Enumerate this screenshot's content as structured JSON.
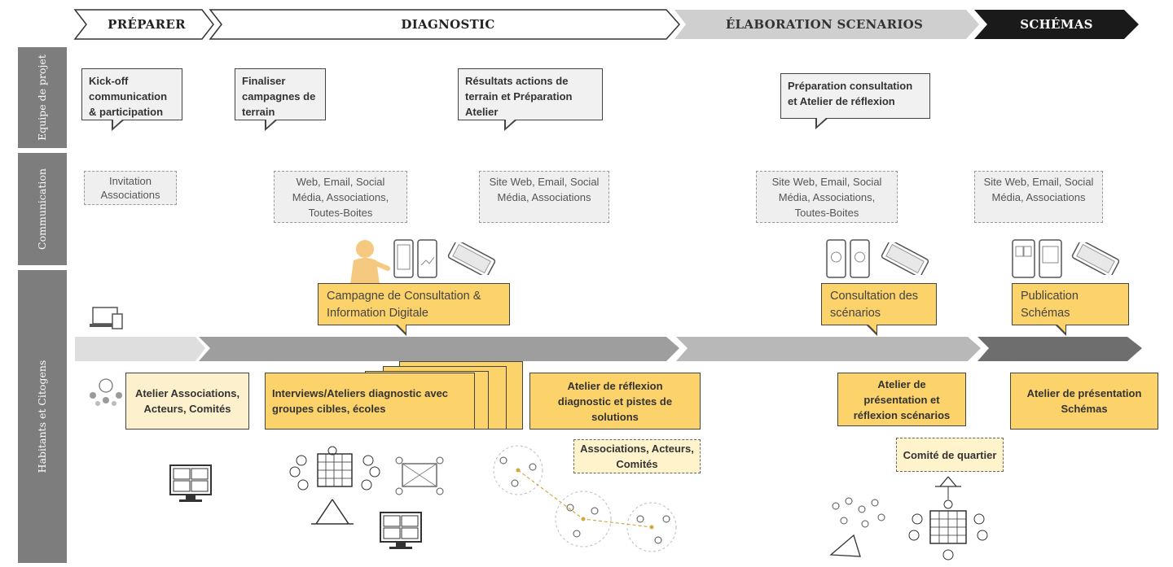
{
  "phases": [
    "PRÉPARER",
    "DIAGNOSTIC",
    "ÉLABORATION SCENARIOS",
    "SCHÉMAS"
  ],
  "rows": {
    "equipe": "Equipe de projet",
    "communication": "Communication",
    "habitants": "Habitants et Citogens"
  },
  "equipe_callouts": [
    "Kick-off communication & participation",
    "Finaliser campagnes de terrain",
    "Résultats actions de terrain et Préparation Atelier",
    "Préparation consultation et Atelier de réflexion"
  ],
  "communication_boxes": [
    "Invitation Associations",
    "Web, Email, Social Média, Associations, Toutes-Boites",
    "Site Web, Email, Social Média, Associations",
    "Site Web, Email, Social Média, Associations, Toutes-Boites",
    "Site Web, Email, Social Média, Associations"
  ],
  "digital_callouts": [
    "Campagne de Consultation & Information Digitale",
    "Consultation des scénarios",
    "Publication Schémas"
  ],
  "workshops": [
    "Atelier Associations, Acteurs, Comités",
    "Interviews/Ateliers diagnostic avec groupes cibles, écoles",
    "Atelier de réflexion diagnostic et pistes de solutions",
    "Atelier de présentation et réflexion scénarios",
    "Atelier de présentation Schémas"
  ],
  "participants": [
    "Associations, Acteurs, Comités",
    "Comité de quartier"
  ],
  "icons": [
    "devices-icon",
    "meeting-icon",
    "person-with-device-icon",
    "phone-icon",
    "tablet-icon",
    "video-call-icon",
    "workshop-table-icon",
    "network-icon"
  ],
  "colors": {
    "yellow": "#fcd26a",
    "pale_yellow": "#fdf1cd",
    "grey_dark": "#7d7d7d",
    "black": "#1a1a1a"
  }
}
